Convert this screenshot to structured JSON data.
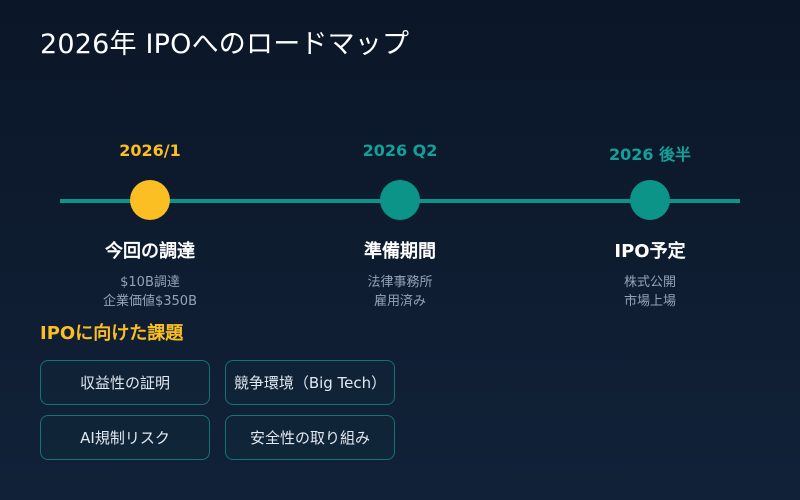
{
  "title": "2026年 IPOへのロードマップ",
  "colors": {
    "background_top": "#0b1628",
    "background_bottom": "#112238",
    "accent_yellow": "#fbbf24",
    "accent_teal": "#0d9488",
    "teal_text": "#14a098",
    "muted_text": "#94a3b8"
  },
  "timeline": {
    "milestones": [
      {
        "date": "2026/1",
        "label": "今回の調達",
        "details": [
          "$10B調達",
          "企業価値$350B"
        ],
        "color": "#fbbf24",
        "current": true
      },
      {
        "date": "2026 Q2",
        "label": "準備期間",
        "details": [
          "法律事務所",
          "雇用済み"
        ],
        "color": "#0d9488",
        "current": false
      },
      {
        "date": "2026 後半",
        "label": "IPO予定",
        "details": [
          "株式公開",
          "市場上場"
        ],
        "color": "#0d9488",
        "current": false
      }
    ]
  },
  "challenges": {
    "heading": "IPOに向けた課題",
    "items": [
      {
        "label": "収益性の証明"
      },
      {
        "label": "競争環境（Big Tech）"
      },
      {
        "label": "AI規制リスク"
      },
      {
        "label": "安全性の取り組み"
      }
    ]
  }
}
